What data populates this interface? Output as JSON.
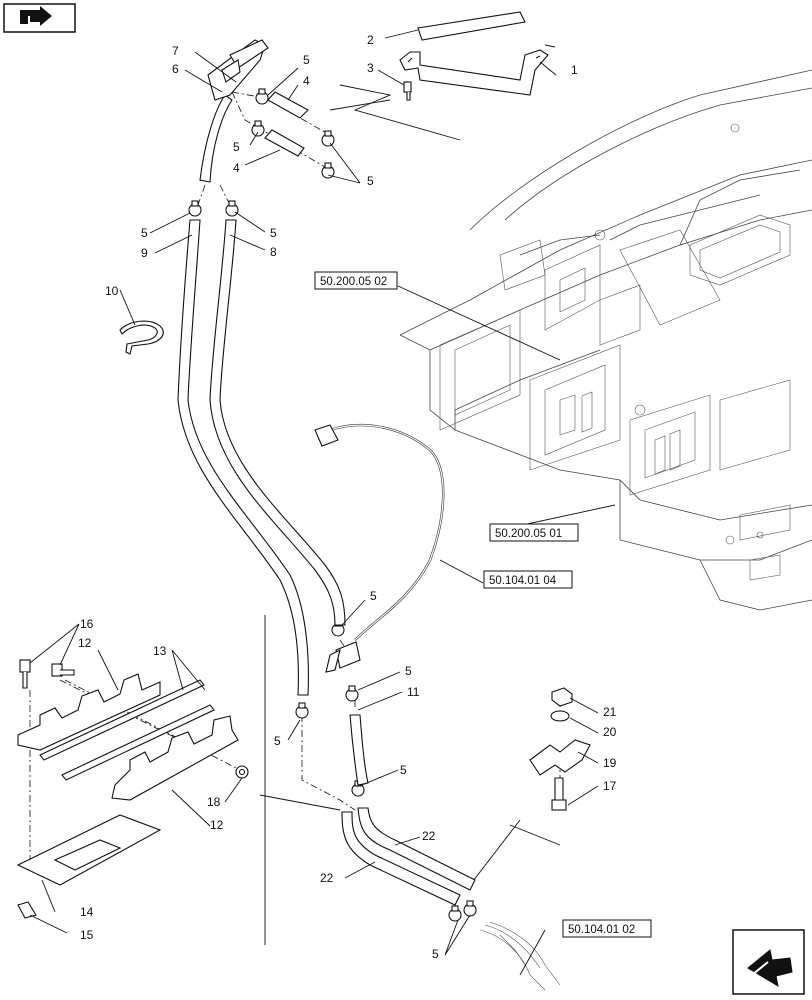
{
  "diagram": {
    "callouts": {
      "c1": "1",
      "c2": "2",
      "c3": "3",
      "c4a": "4",
      "c4b": "4",
      "c5a": "5",
      "c5b": "5",
      "c5c": "5",
      "c5d": "5",
      "c5e": "5",
      "c5f": "5",
      "c5g": "5",
      "c5h": "5",
      "c5i": "5",
      "c5j": "5",
      "c6": "6",
      "c7": "7",
      "c8": "8",
      "c9": "9",
      "c10": "10",
      "c11": "11",
      "c12a": "12",
      "c12b": "12",
      "c13": "13",
      "c14": "14",
      "c15": "15",
      "c16": "16",
      "c17": "17",
      "c18": "18",
      "c19": "19",
      "c20": "20",
      "c21": "21",
      "c22a": "22",
      "c22b": "22"
    },
    "refs": {
      "r1": "50.200.05 02",
      "r2": "50.200.05 01",
      "r3": "50.104.01 04",
      "r4": "50.104.01 02"
    },
    "icons": {
      "top_nav": "page-back-icon",
      "bottom_nav": "page-forward-icon"
    }
  }
}
